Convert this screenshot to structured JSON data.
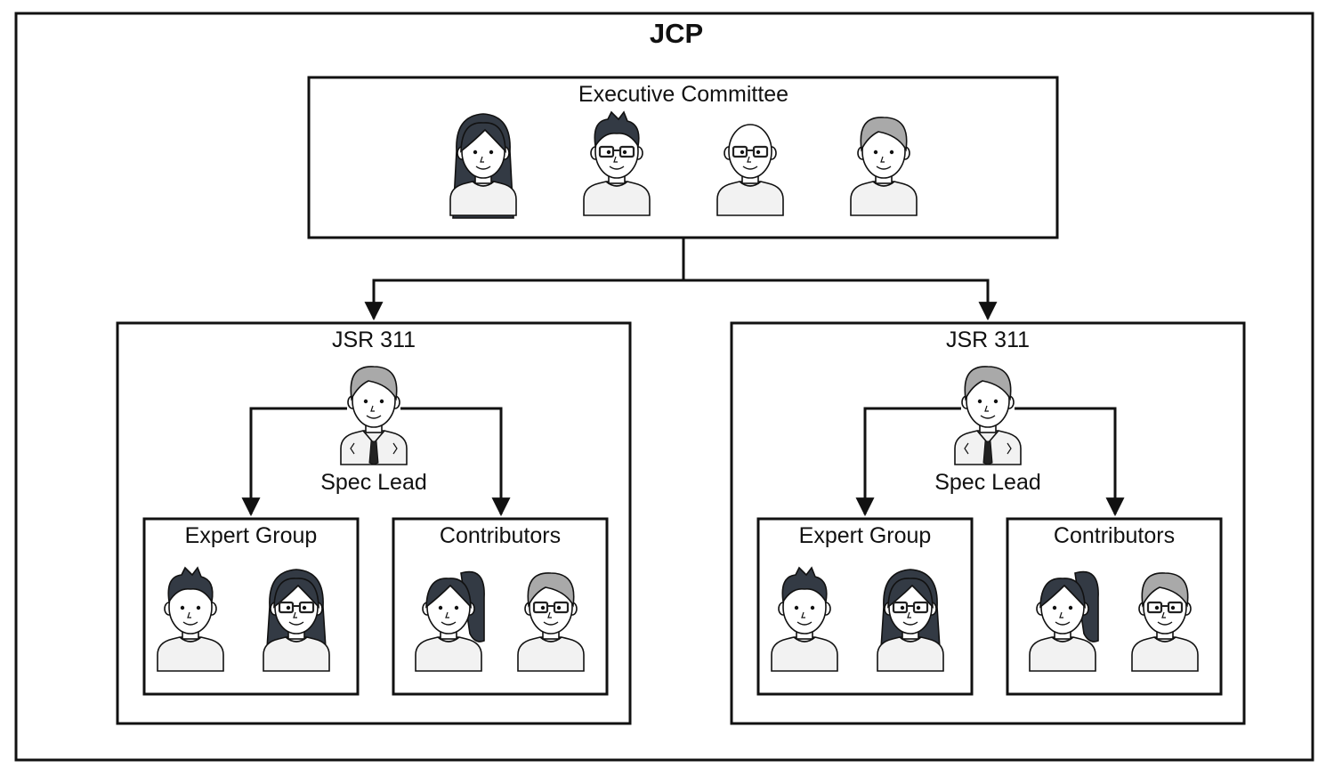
{
  "diagram": {
    "title": "JCP",
    "executive_committee": {
      "label": "Executive Committee"
    },
    "jsr_groups": [
      {
        "label": "JSR 311",
        "spec_lead": "Spec Lead",
        "expert_group": "Expert Group",
        "contributors": "Contributors"
      },
      {
        "label": "JSR 311",
        "spec_lead": "Spec Lead",
        "expert_group": "Expert Group",
        "contributors": "Contributors"
      }
    ]
  },
  "colors": {
    "stroke": "#111111",
    "dark_hair": "#333a44",
    "grey_hair": "#a9a9a9",
    "skin": "#ffffff"
  }
}
